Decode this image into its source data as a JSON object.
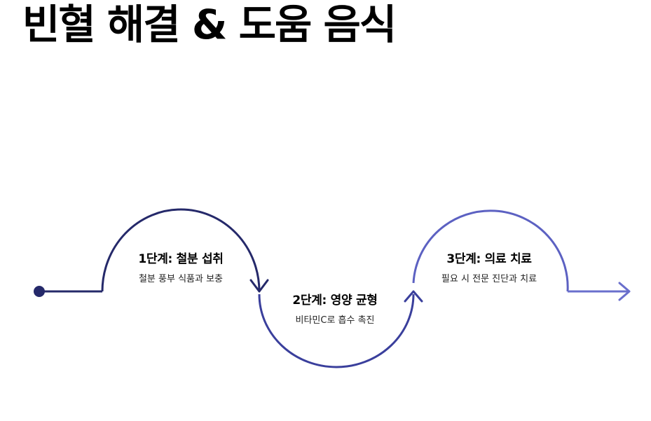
{
  "title": "빈혈 해결 & 도움 음식",
  "colors": {
    "step1": "#25296a",
    "step2": "#3a3f9c",
    "step3": "#5c61c2",
    "arrow_end": "#6a6fcc"
  },
  "steps": [
    {
      "title": "1단계: 철분 섭취",
      "description": "철분 풍부 식품과 보충"
    },
    {
      "title": "2단계: 영양 균형",
      "description": "비타민C로 흡수 촉진"
    },
    {
      "title": "3단계: 의료 치료",
      "description": "필요 시 전문 진단과 치료"
    }
  ]
}
